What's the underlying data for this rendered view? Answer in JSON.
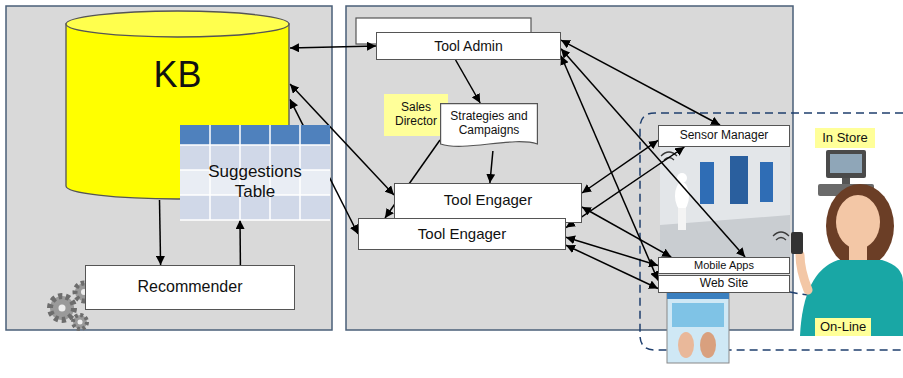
{
  "diagram": {
    "nodes": [
      {
        "text": [
          "KB"
        ]
      },
      {
        "text": [
          "Suggestions Table"
        ]
      },
      {
        "text": [
          "Recommender"
        ]
      },
      {
        "text": [
          "Tool Admin"
        ]
      },
      {
        "text": [
          "Sales Director"
        ]
      },
      {
        "text": [
          "Strategies and Campaigns"
        ]
      },
      {
        "text": [
          "Tool Engager"
        ]
      },
      {
        "text": [
          "Tool Engager"
        ]
      },
      {
        "text": [
          "Sensor Manager"
        ]
      },
      {
        "text": [
          "Mobile Apps"
        ]
      },
      {
        "text": [
          "Web Site"
        ]
      },
      {
        "text": [
          "In Store"
        ]
      },
      {
        "text": [
          "On-Line"
        ]
      }
    ],
    "edges": [
      {
        "from": 0,
        "to": 2,
        "arrow": "to"
      },
      {
        "from": 2,
        "to": 1,
        "arrow": "to"
      },
      {
        "from": 0,
        "to": 3,
        "arrow": "both"
      },
      {
        "from": 0,
        "to": 6,
        "arrow": "both"
      },
      {
        "from": 0,
        "to": 7,
        "arrow": "both"
      },
      {
        "from": 3,
        "to": 5,
        "arrow": "to"
      },
      {
        "from": 5,
        "to": 6,
        "arrow": "to"
      },
      {
        "from": 5,
        "to": 7,
        "arrow": "to"
      },
      {
        "from": 3,
        "to": 8,
        "arrow": "both"
      },
      {
        "from": 3,
        "to": 9,
        "arrow": "both"
      },
      {
        "from": 3,
        "to": 10,
        "arrow": "both"
      },
      {
        "from": 6,
        "to": 8,
        "arrow": "both"
      },
      {
        "from": 6,
        "to": 9,
        "arrow": "both"
      },
      {
        "from": 7,
        "to": 8,
        "arrow": "both"
      },
      {
        "from": 7,
        "to": 9,
        "arrow": "both"
      },
      {
        "from": 7,
        "to": 10,
        "arrow": "both"
      }
    ]
  }
}
